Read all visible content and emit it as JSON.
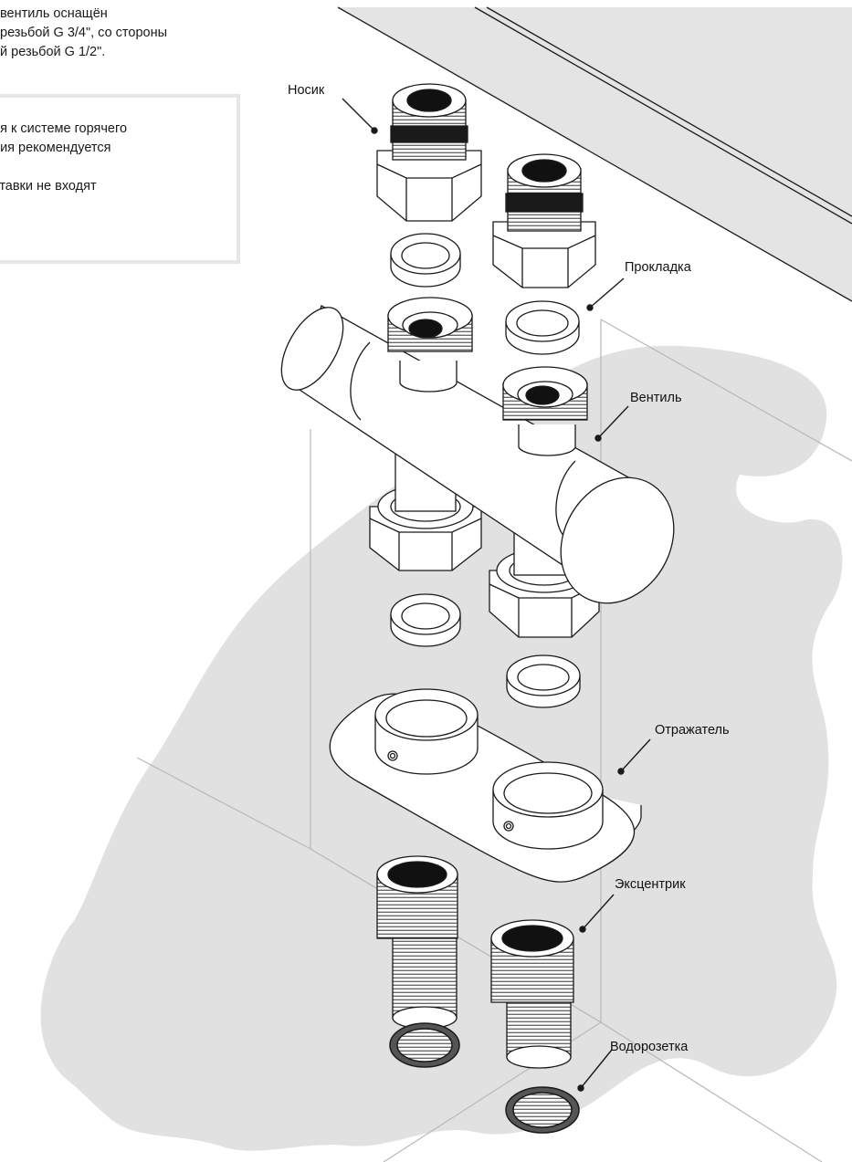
{
  "intro_text": "вентиль оснащён\nрезьбой G 3/4\", со стороны\nй резьбой G 1/2\".",
  "note_text": "ния к системе горячего\nения рекомендуется\n.\nоставки не входят\n.",
  "labels": {
    "spout": "Носик",
    "gasket": "Прокладка",
    "valve": "Вентиль",
    "reflector": "Отражатель",
    "eccentric": "Эксцентрик",
    "water_socket": "Водорозетка"
  },
  "colors": {
    "wall": "#e1e1e1",
    "line": "#1a1a1a",
    "fill": "#ffffff",
    "bore": "#111111"
  }
}
